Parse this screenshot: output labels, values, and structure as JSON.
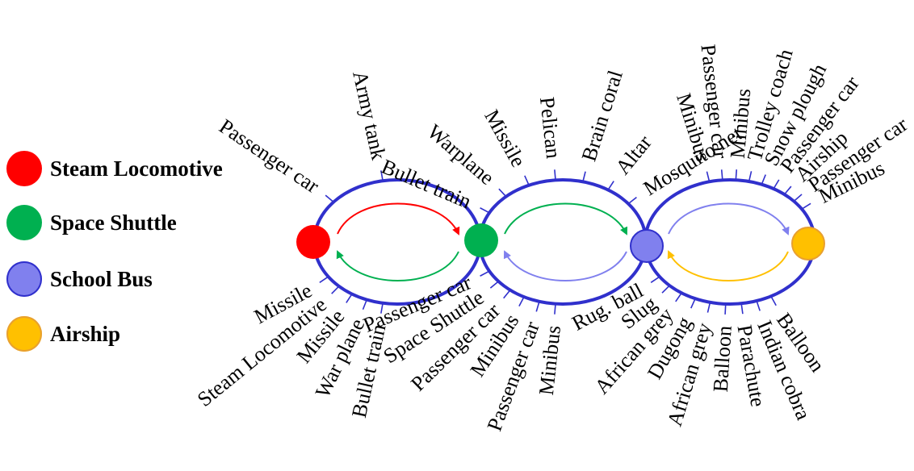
{
  "colors": {
    "loop": "#3030cc",
    "steam_locomotive": "#ff0000",
    "space_shuttle": "#00b050",
    "school_bus": "#8080ee",
    "airship": "#ffc000",
    "airship_stroke": "#e8a030"
  },
  "legend": [
    {
      "key": "steam_locomotive",
      "label": "Steam Locomotive",
      "color": "#ff0000"
    },
    {
      "key": "space_shuttle",
      "label": "Space Shuttle",
      "color": "#00b050"
    },
    {
      "key": "school_bus",
      "label": "School Bus",
      "color": "#8080ee"
    },
    {
      "key": "airship",
      "label": "Airship",
      "color": "#ffc000"
    }
  ],
  "nodes": [
    {
      "key": "steam_locomotive",
      "color": "#ff0000"
    },
    {
      "key": "space_shuttle",
      "color": "#00b050"
    },
    {
      "key": "school_bus",
      "color": "#8080ee"
    },
    {
      "key": "airship",
      "color": "#ffc000"
    }
  ],
  "transitions": [
    {
      "from": "steam_locomotive",
      "to": "space_shuttle",
      "color": "#ff0000"
    },
    {
      "from": "space_shuttle",
      "to": "steam_locomotive",
      "color": "#00b050"
    },
    {
      "from": "space_shuttle",
      "to": "school_bus",
      "color": "#00b050"
    },
    {
      "from": "school_bus",
      "to": "space_shuttle",
      "color": "#8080ee"
    },
    {
      "from": "school_bus",
      "to": "airship",
      "color": "#8080ee"
    },
    {
      "from": "airship",
      "to": "school_bus",
      "color": "#ffc000"
    }
  ],
  "loops": [
    {
      "top_labels": [
        "Passenger car",
        "Army tank"
      ],
      "bottom_labels": [
        "Missile",
        "Steam Locomotive",
        "Missile",
        "War plane",
        "Bullet train"
      ]
    },
    {
      "top_labels": [
        "Bullet train",
        "Warplane",
        "Missile",
        "Pelican",
        "Brain coral",
        "Altar",
        "Mosquito net"
      ],
      "bottom_labels": [
        "Passenger car",
        "Space Shuttle",
        "Passenger car",
        "Minibus",
        "Passenger car",
        "Minibus"
      ]
    },
    {
      "top_labels": [
        "Minibus",
        "Passenger car",
        "Minibus",
        "Trolley coach",
        "Snow plough",
        "Passenger car",
        "Airship",
        "Passenger car",
        "Minibus"
      ],
      "bottom_labels": [
        "Rug. ball",
        "Slug",
        "African grey",
        "Dugong",
        "African grey",
        "Balloon",
        "Parachute",
        "Indian cobra",
        "Balloon"
      ]
    }
  ]
}
